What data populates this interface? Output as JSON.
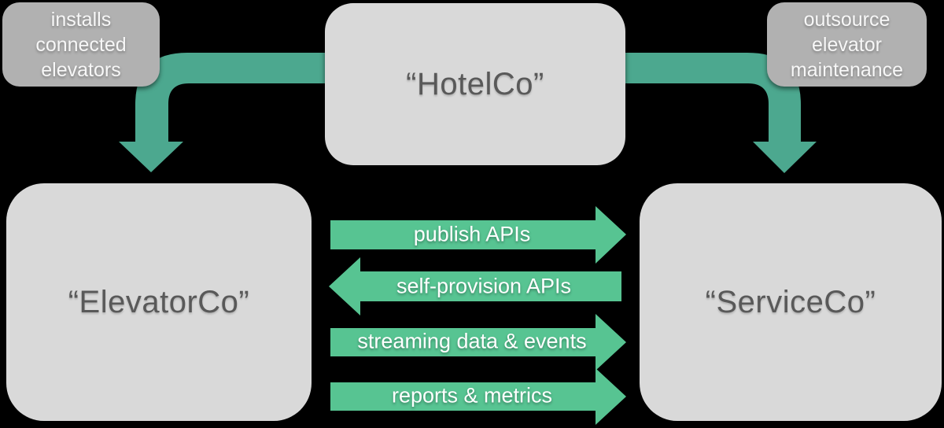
{
  "diagram": {
    "background_color": "#000000",
    "colors": {
      "elbow_arrow": "#4CA88F",
      "flow_arrow": "#57C492",
      "node_fill": "#D9D9D9",
      "node_text": "#595959",
      "edge_label_fill": "#B1B1B1",
      "edge_label_text": "#F7F7F7",
      "flow_label_text": "#FFFFFF"
    },
    "nodes": {
      "hotelco": {
        "label": "“HotelCo”"
      },
      "elevatorco": {
        "label": "“ElevatorCo”"
      },
      "serviceco": {
        "label": "“ServiceCo”"
      }
    },
    "edge_labels": {
      "installs": {
        "lines": [
          "installs",
          "connected",
          "elevators"
        ],
        "from": "HotelCo",
        "to": "ElevatorCo"
      },
      "outsource": {
        "lines": [
          "outsource",
          "elevator",
          "maintenance"
        ],
        "from": "HotelCo",
        "to": "ServiceCo"
      }
    },
    "flows": [
      {
        "label": "publish APIs",
        "direction": "right",
        "from": "ElevatorCo",
        "to": "ServiceCo"
      },
      {
        "label": "self-provision APIs",
        "direction": "left",
        "from": "ServiceCo",
        "to": "ElevatorCo"
      },
      {
        "label": "streaming data & events",
        "direction": "right",
        "from": "ElevatorCo",
        "to": "ServiceCo"
      },
      {
        "label": "reports & metrics",
        "direction": "right",
        "from": "ElevatorCo",
        "to": "ServiceCo"
      }
    ]
  }
}
